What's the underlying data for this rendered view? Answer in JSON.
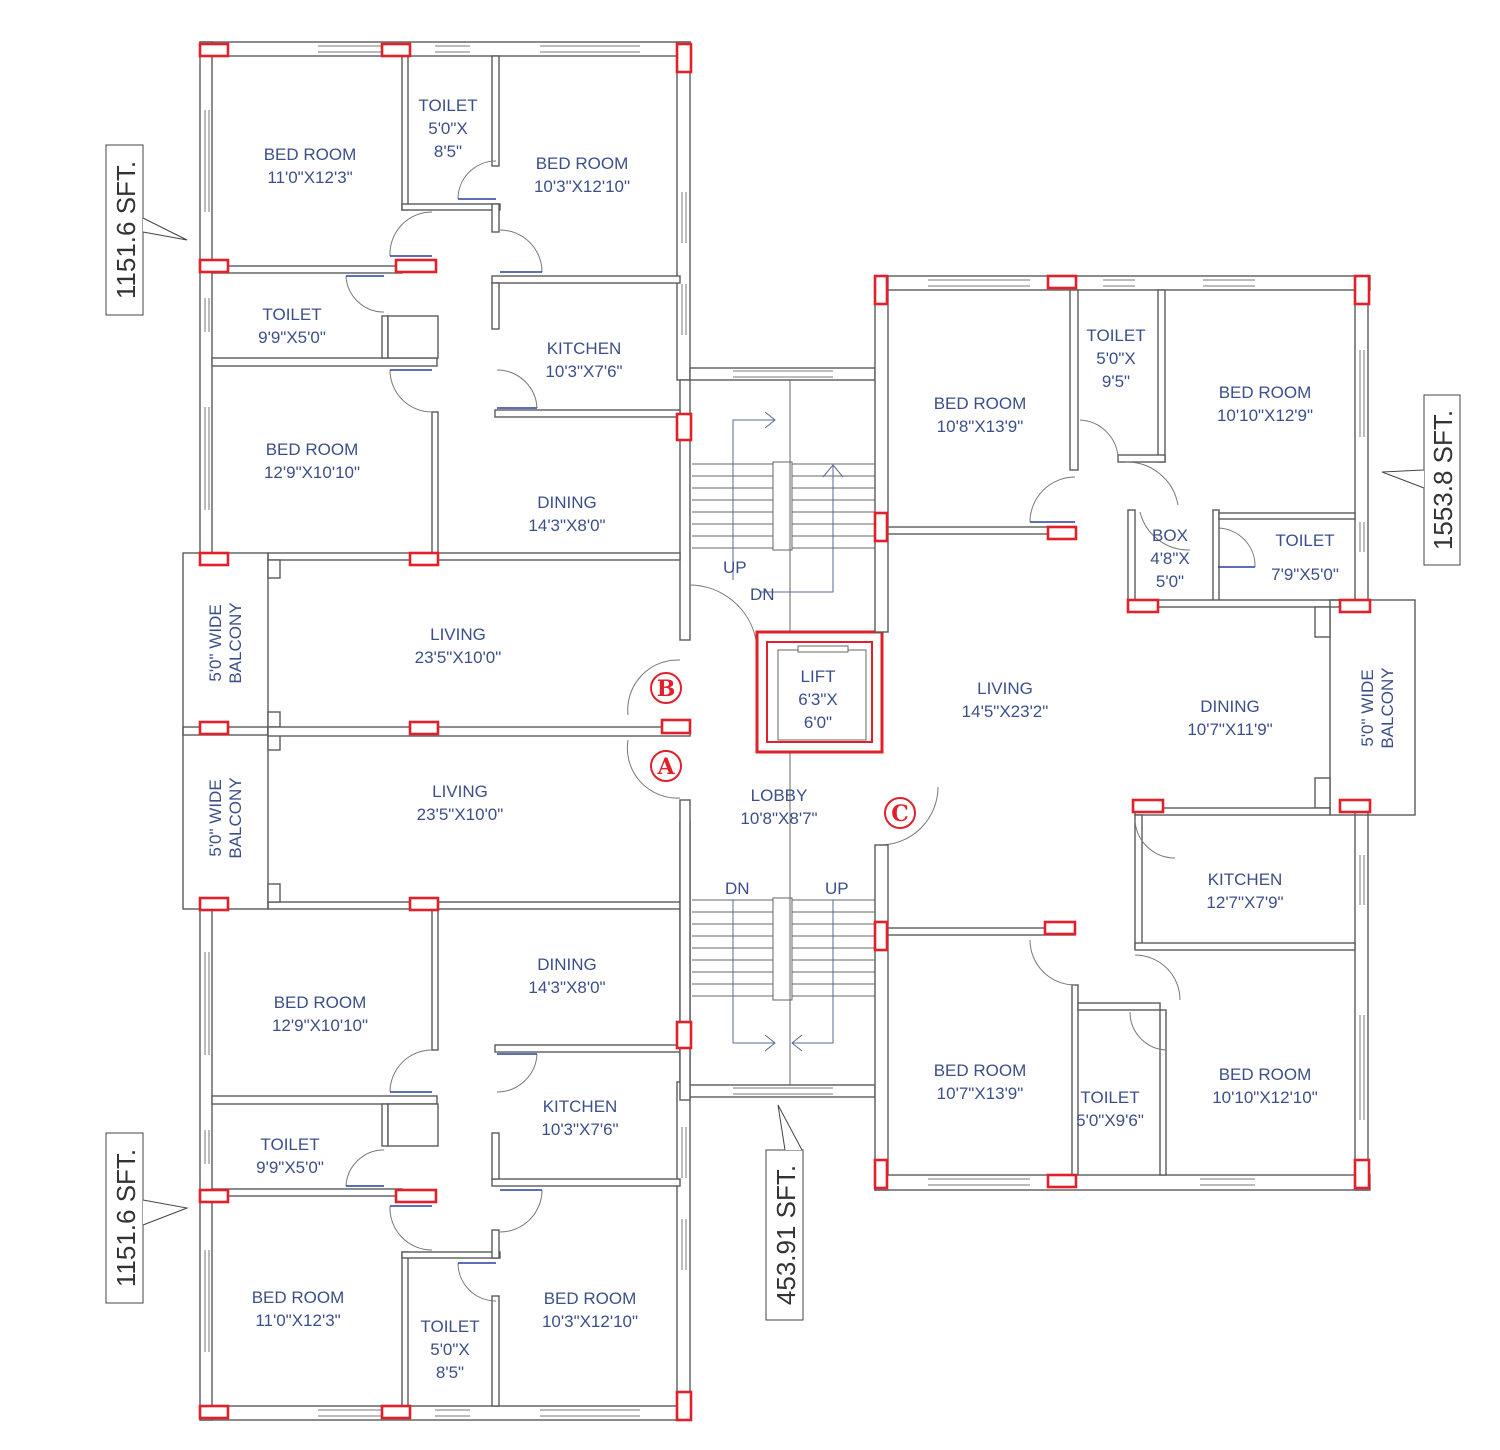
{
  "title": "Typical Floor Plan",
  "rooms": [
    {
      "name": "BED ROOM",
      "dims": [
        "11'0\"X12'3\""
      ]
    },
    {
      "name": "TOILET",
      "dims": [
        "5'0\"X",
        "8'5\""
      ]
    },
    {
      "name": "BED ROOM",
      "dims": [
        "10'3\"X12'10\""
      ]
    },
    {
      "name": "TOILET",
      "dims": [
        "9'9\"X5'0\""
      ]
    },
    {
      "name": "KITCHEN",
      "dims": [
        "10'3\"X7'6\""
      ]
    },
    {
      "name": "BED ROOM",
      "dims": [
        "12'9\"X10'10\""
      ]
    },
    {
      "name": "DINING",
      "dims": [
        "14'3\"X8'0\""
      ]
    },
    {
      "name": "LIVING",
      "dims": [
        "23'5\"X10'0\""
      ]
    },
    {
      "name": "LIVING",
      "dims": [
        "23'5\"X10'0\""
      ]
    },
    {
      "name": "DINING",
      "dims": [
        "14'3\"X8'0\""
      ]
    },
    {
      "name": "BED ROOM",
      "dims": [
        "12'9\"X10'10\""
      ]
    },
    {
      "name": "KITCHEN",
      "dims": [
        "10'3\"X7'6\""
      ]
    },
    {
      "name": "TOILET",
      "dims": [
        "9'9\"X5'0\""
      ]
    },
    {
      "name": "BED ROOM",
      "dims": [
        "11'0\"X12'3\""
      ]
    },
    {
      "name": "BED ROOM",
      "dims": [
        "10'3\"X12'10\""
      ]
    },
    {
      "name": "TOILET",
      "dims": [
        "5'0\"X",
        "8'5\""
      ]
    },
    {
      "name": "LIFT",
      "dims": [
        "6'3\"X",
        "6'0\""
      ]
    },
    {
      "name": "LOBBY",
      "dims": [
        "10'8\"X8'7\""
      ]
    },
    {
      "name": "BED ROOM",
      "dims": [
        "10'8\"X13'9\""
      ]
    },
    {
      "name": "TOILET",
      "dims": [
        "5'0\"X",
        "9'5\""
      ]
    },
    {
      "name": "BED ROOM",
      "dims": [
        "10'10\"X12'9\""
      ]
    },
    {
      "name": "BOX",
      "dims": [
        "4'8\"X",
        "5'0\""
      ]
    },
    {
      "name": "TOILET",
      "dims": [
        "7'9\"X5'0\""
      ]
    },
    {
      "name": "LIVING",
      "dims": [
        "14'5\"X23'2\""
      ]
    },
    {
      "name": "DINING",
      "dims": [
        "10'7\"X11'9\""
      ]
    },
    {
      "name": "KITCHEN",
      "dims": [
        "12'7\"X7'9\""
      ]
    },
    {
      "name": "BED ROOM",
      "dims": [
        "10'7\"X13'9\""
      ]
    },
    {
      "name": "TOILET",
      "dims": [
        "5'0\"X9'6\""
      ]
    },
    {
      "name": "BED ROOM",
      "dims": [
        "10'10\"X12'10\""
      ]
    }
  ],
  "balconies": [
    {
      "line1": "5'0\" WIDE",
      "line2": "BALCONY"
    },
    {
      "line1": "5'0\" WIDE",
      "line2": "BALCONY"
    },
    {
      "line1": "5'0\" WIDE",
      "line2": "BALCONY"
    }
  ],
  "stairs": {
    "top_up": "UP",
    "top_dn": "DN",
    "bottom_dn": "DN",
    "bottom_up": "UP"
  },
  "flat_markers": [
    "A",
    "B",
    "C"
  ],
  "areas": [
    "1151.6 SFT.",
    "1151.6 SFT.",
    "1553.8 SFT.",
    "453.91 SFT."
  ],
  "colors": {
    "column": "#e0202a",
    "text": "#3d4f8a",
    "wall": "#5a5a5a"
  }
}
